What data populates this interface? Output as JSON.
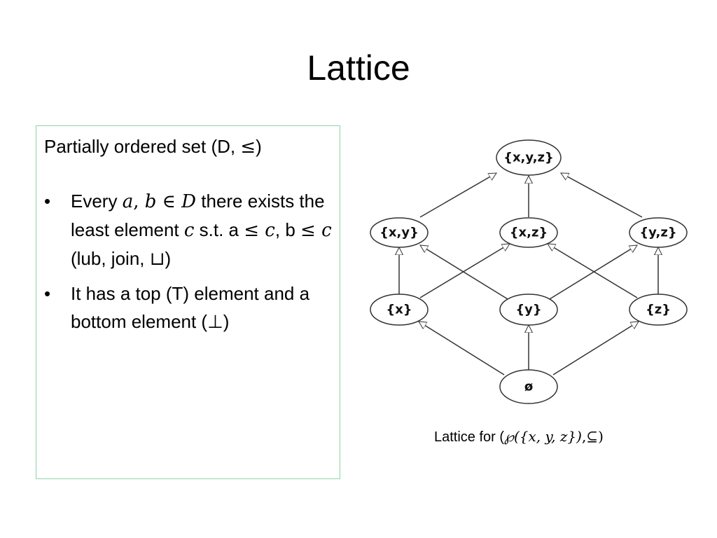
{
  "slide": {
    "title": "Lattice"
  },
  "text_box": {
    "intro": {
      "before": "Partially ordered set (D, ",
      "leq": "≤",
      "after": ")"
    },
    "bullet_mark": "•",
    "bullet1": {
      "t1": "Every ",
      "a": "a",
      "comma": ",",
      "b": " b",
      "in": " ∈ ",
      "D": "D",
      "t2": " there exists the least element ",
      "c": "c",
      "t3": " s.t. a ",
      "leq1": "≤",
      "c2": " c",
      "t4": ", b ",
      "leq2": "≤",
      "c3": " c",
      "t5": " (lub, join, ",
      "join": "⊔",
      "t6": ")"
    },
    "bullet2": {
      "text": "It has a top (T) element and a bottom element (⊥)"
    }
  },
  "diagram": {
    "nodes": {
      "xyz": "{x,y,z}",
      "xy": "{x,y}",
      "xz": "{x,z}",
      "yz": "{y,z}",
      "x": "{x}",
      "y": "{y}",
      "z": "{z}",
      "empty": "ø"
    }
  },
  "caption": {
    "text": "Lattice for (",
    "powerset": "℘",
    "set": "({x, y, z})",
    "rest": ",⊆)"
  }
}
